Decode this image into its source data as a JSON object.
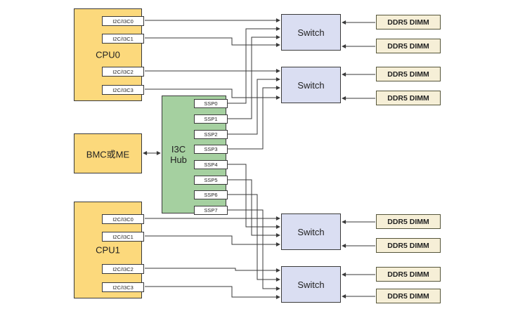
{
  "diagram": {
    "cpu0": {
      "label": "CPU0",
      "ports": [
        "I2C/I3C0",
        "I2C/I3C1",
        "I2C/I3C2",
        "I2C/I3C3"
      ]
    },
    "cpu1": {
      "label": "CPU1",
      "ports": [
        "I2C/I3C0",
        "I2C/I3C1",
        "I2C/I3C2",
        "I2C/I3C3"
      ]
    },
    "bmc": {
      "label": "BMC或ME"
    },
    "hub": {
      "label": "I3C Hub",
      "ports": [
        "SSP0",
        "SSP1",
        "SSP2",
        "SSP3",
        "SSP4",
        "SSP5",
        "SSP6",
        "SSP7"
      ]
    },
    "switches": [
      "Switch",
      "Switch",
      "Switch",
      "Switch"
    ],
    "dimms": [
      "DDR5 DIMM",
      "DDR5 DIMM",
      "DDR5 DIMM",
      "DDR5 DIMM",
      "DDR5 DIMM",
      "DDR5 DIMM",
      "DDR5 DIMM",
      "DDR5 DIMM"
    ],
    "colors": {
      "cpu_fill": "#fcd97c",
      "hub_fill": "#a5d0a0",
      "switch_fill": "#dadef2",
      "dimm_fill": "#f6efd7",
      "line": "#3a3a3a"
    }
  }
}
